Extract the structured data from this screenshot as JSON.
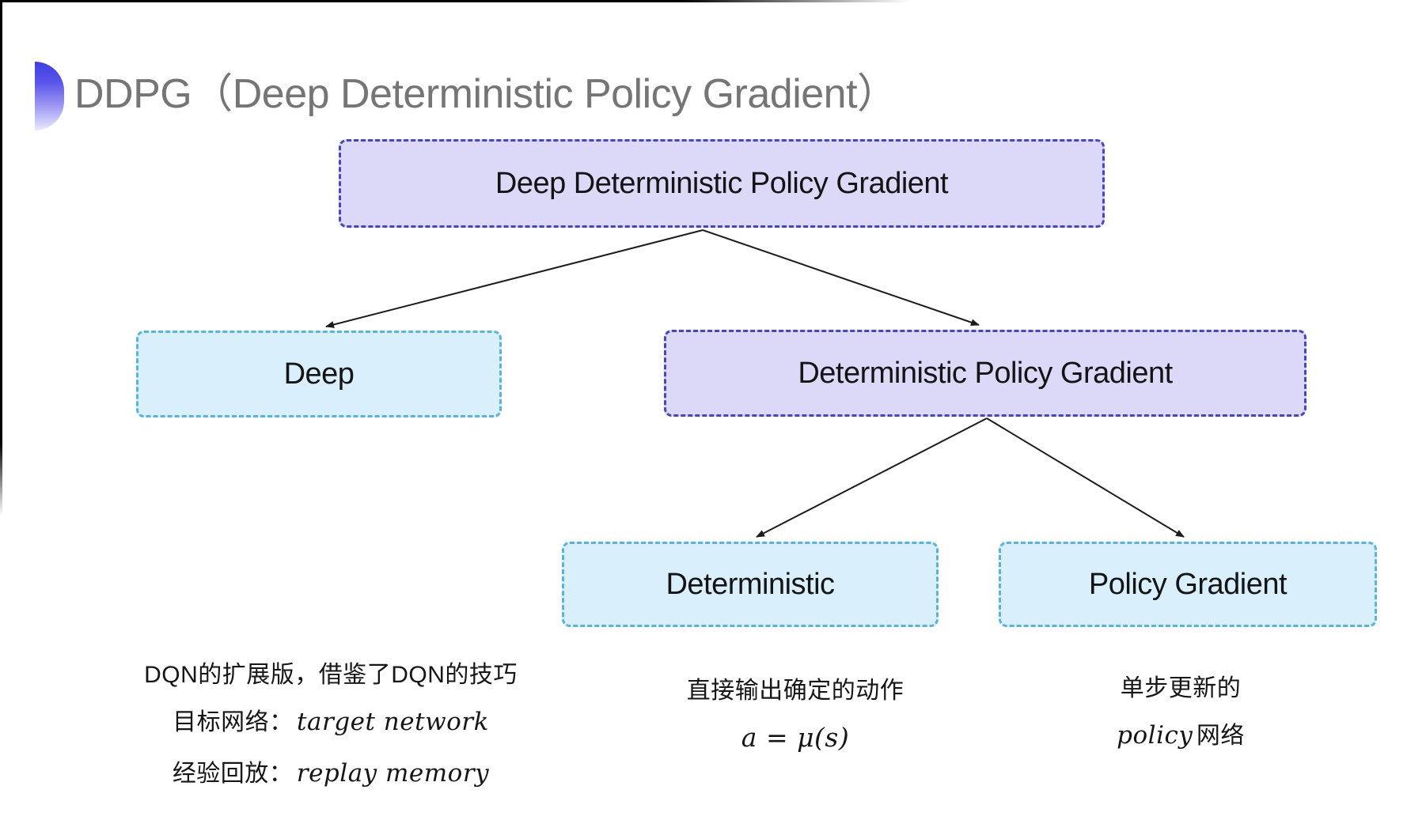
{
  "title": "DDPG（Deep Deterministic Policy Gradient）",
  "nodes": {
    "root": "Deep Deterministic Policy Gradient",
    "deep": "Deep",
    "dpg": "Deterministic Policy Gradient",
    "deterministic": "Deterministic",
    "policy_gradient": "Policy Gradient"
  },
  "notes": {
    "deep": {
      "line1": "DQN的扩展版，借鉴了DQN的技巧",
      "target_label": "目标网络：",
      "target_value": "target network",
      "replay_label": "经验回放：",
      "replay_value": "replay memory"
    },
    "deterministic": {
      "line1": "直接输出确定的动作",
      "formula": "a = μ(s)"
    },
    "policy_gradient": {
      "line1": "单步更新的",
      "word_italic": "policy",
      "word_rest": "网络"
    }
  },
  "colors": {
    "purple_fill": "#dcd9f8",
    "purple_border": "#4645c8",
    "cyan_fill": "#d9effb",
    "cyan_border": "#57b4dd",
    "arrow": "#1c1c1c",
    "title_text": "#757575",
    "bullet_gradient_top": "#3e3ee4",
    "bullet_gradient_bottom": "#e9e9ff"
  }
}
